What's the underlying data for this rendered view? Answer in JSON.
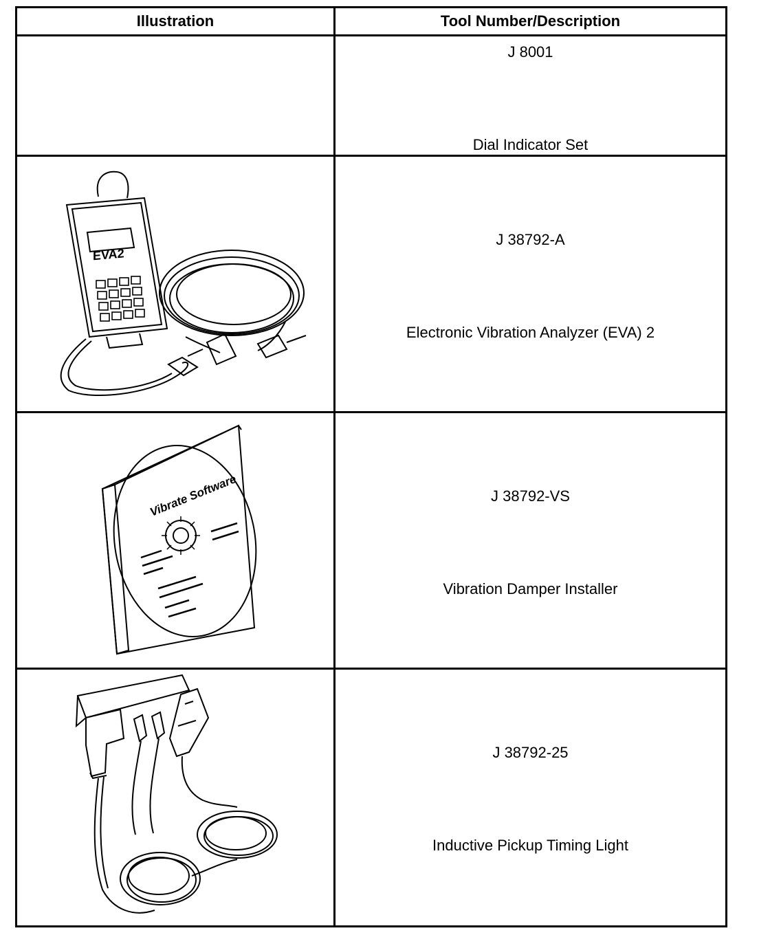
{
  "table": {
    "headers": {
      "illustration": "Illustration",
      "tool": "Tool Number/Description"
    },
    "rows": [
      {
        "number": "J 8001",
        "description": "Dial Indicator Set",
        "illustration": "none"
      },
      {
        "number": "J 38792-A",
        "description": "Electronic Vibration Analyzer (EVA) 2",
        "illustration": "vibration-analyzer-icon",
        "logo_text": "EVA2"
      },
      {
        "number": "J 38792-VS",
        "description": "Vibration Damper Installer",
        "illustration": "software-cd-icon",
        "label_text": "Vibrate Software"
      },
      {
        "number": "J 38792-25",
        "description": "Inductive Pickup Timing Light",
        "illustration": "timing-light-icon"
      }
    ]
  }
}
